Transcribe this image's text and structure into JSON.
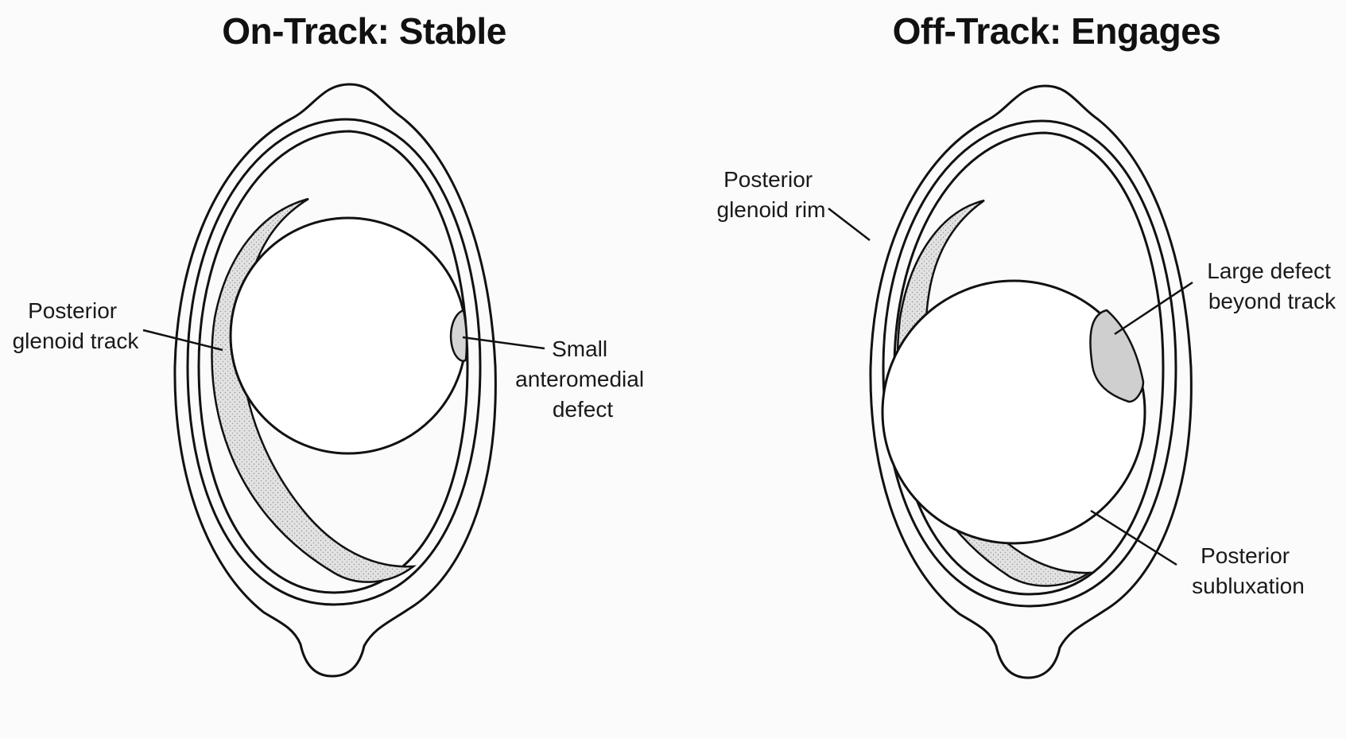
{
  "titles": {
    "left": "On-Track: Stable",
    "right": "Off-Track: Engages"
  },
  "labels": {
    "left_track": [
      "Posterior",
      "glenoid track"
    ],
    "left_defect": [
      "Small",
      "anteromedial",
      "defect"
    ],
    "right_rim": [
      "Posterior",
      "glenoid rim"
    ],
    "right_defect": [
      "Large defect",
      "beyond track"
    ],
    "right_sublux": [
      "Posterior",
      "subluxation"
    ]
  },
  "colors": {
    "outline": "#111111",
    "track_fill": "#d9d9d9",
    "defect_fill": "#cfcfcf",
    "background": "#fbfbfb"
  }
}
